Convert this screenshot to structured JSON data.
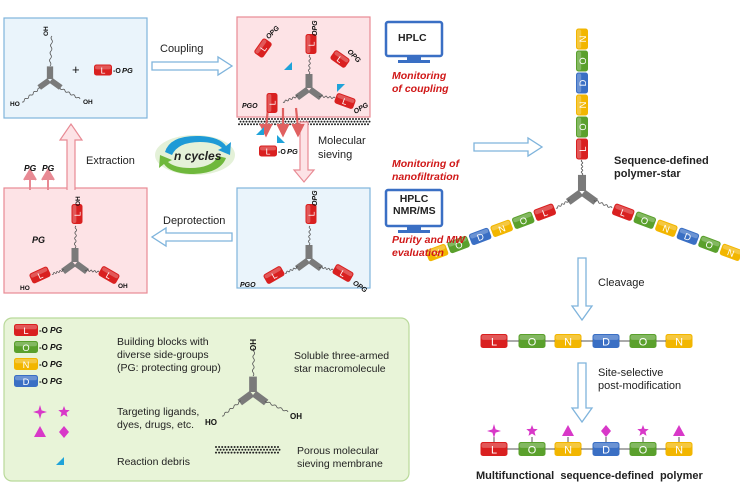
{
  "labels": {
    "coupling": "Coupling",
    "n_cycles": "n cycles",
    "extraction": "Extraction",
    "molecular_sieving": "Molecular\nsieving",
    "deprotection": "Deprotection",
    "monitoring_coupling": "Monitoring\nof coupling",
    "monitoring_nanofiltration": "Monitoring of\nnanofiltration",
    "purity_mw": "Purity and MW\nevaluation",
    "hplc": "HPLC",
    "hplc_nmr": "HPLC\nNMR/MS",
    "seq_star": "Sequence-defined\npolymer-star",
    "cleavage": "Cleavage",
    "site_selective": "Site-selective\npost-modification",
    "final_title": "Multifunctional  sequence-defined  polymer",
    "pg": "PG",
    "oh": "OH",
    "ho": "HO",
    "pgo": "PGO",
    "opg": "OPG",
    "plus": "+"
  },
  "monomers": [
    {
      "letter": "L",
      "color": "#d92020"
    },
    {
      "letter": "O",
      "color": "#5aa02c"
    },
    {
      "letter": "N",
      "color": "#f2b600"
    },
    {
      "letter": "D",
      "color": "#3a6fc4"
    }
  ],
  "sequence": [
    "L",
    "O",
    "N",
    "D",
    "O",
    "N"
  ],
  "legend": {
    "building_blocks": "Building blocks with\ndiverse side-groups\n(PG: protecting group)",
    "star": "Soluble three-armed\nstar macromolecule",
    "targeting": "Targeting ligands,\ndyes, drugs, etc.",
    "debris": "Reaction debris",
    "membrane": "Porous molecular\nsieving membrane"
  },
  "colors": {
    "blue_box_fill": "#eaf4fb",
    "blue_box_stroke": "#7fb4dc",
    "pink_box_fill": "#fde3e6",
    "pink_box_stroke": "#e88a94",
    "legend_fill": "#e8f4d8",
    "legend_stroke": "#b9d99a",
    "red_text": "#d01818",
    "marker": "#d838c8",
    "debris": "#1fa3d9"
  }
}
